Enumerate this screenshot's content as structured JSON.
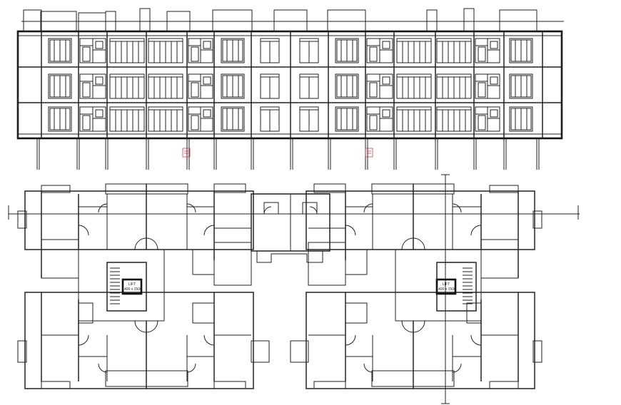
{
  "drawing": {
    "elevation": {
      "floors": 3,
      "bays": 14
    },
    "plan": {
      "wings": 2,
      "lift_labels": [
        {
          "line1": "LIFT",
          "line2": "1400 x 1500"
        },
        {
          "line1": "LIFT",
          "line2": "1400 x 1500"
        }
      ]
    },
    "colors": {
      "line": "#222222",
      "background": "#ffffff",
      "marker": "#dd2233"
    }
  }
}
